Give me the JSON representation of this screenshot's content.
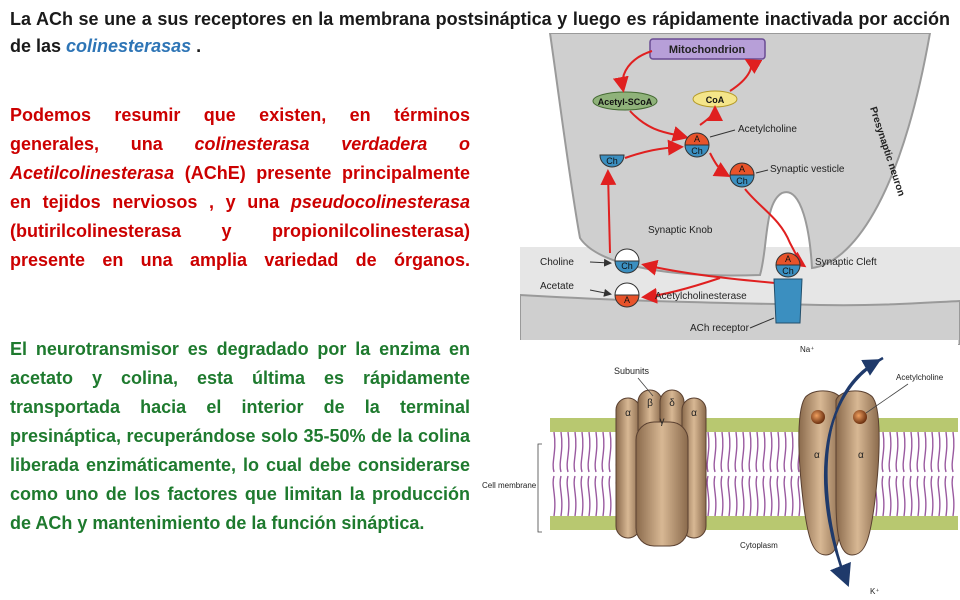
{
  "intro": {
    "text": "La ACh se une a sus receptores en la membrana postsináptica y luego es rápidamente inactivada por acción de las ",
    "highlight": "colinesterasas",
    "end": " ."
  },
  "paragraph1": {
    "t1": "Podemos resumir que existen, en términos generales, una ",
    "i1": "colinesterasa verdadera o Acetilcolinesterasa",
    "t2": " (AChE) presente principalmente en tejidos nerviosos , y una ",
    "i2": "pseudocolinesterasa",
    "t3": " (butirilcolinesterasa y propionilcolinesterasa) presente en una amplia variedad de órganos."
  },
  "paragraph2": {
    "text": "El neurotransmisor es degradado por la enzima en acetato y colina, esta última es rápidamente transportada hacia el interior de la terminal presináptica, recuperándose solo 35-50% de la colina liberada enzimáticamente, lo cual debe considerarse como uno de los factores que limitan la producción de ACh y mantenimiento de la función sináptica."
  },
  "synapse_diagram": {
    "mitochondrion": "Mitochondrion",
    "acetyl_scoa": "Acetyl-SCoA",
    "coa": "CoA",
    "acetylcholine": "Acetylcholine",
    "presynaptic_neuron": "Presynaptic neuron",
    "synaptic_vesicle": "Synaptic vesticle",
    "synaptic_knob": "Synaptic Knob",
    "choline": "Choline",
    "synaptic_cleft": "Synaptic Cleft",
    "acetate": "Acetate",
    "acetylcholinesterase": "Acetylcholinesterase",
    "ach_receptor": "ACh receptor",
    "ch": "Ch",
    "a": "A"
  },
  "channel_diagram": {
    "subunits": "Subunits",
    "alpha": "α",
    "beta": "β",
    "delta": "δ",
    "gamma": "γ",
    "acetylcholine": "Acetylcholine",
    "cell_membrane": "Cell membrane",
    "cytoplasm": "Cytoplasm",
    "na": "Na⁺",
    "k": "K⁺"
  },
  "colors": {
    "red_text": "#cc0000",
    "green_text": "#1e7a2e",
    "blue_highlight": "#2e75b6",
    "arrow_red": "#e02020",
    "ch_blue": "#3b8fc0",
    "a_orange": "#e8532a"
  }
}
